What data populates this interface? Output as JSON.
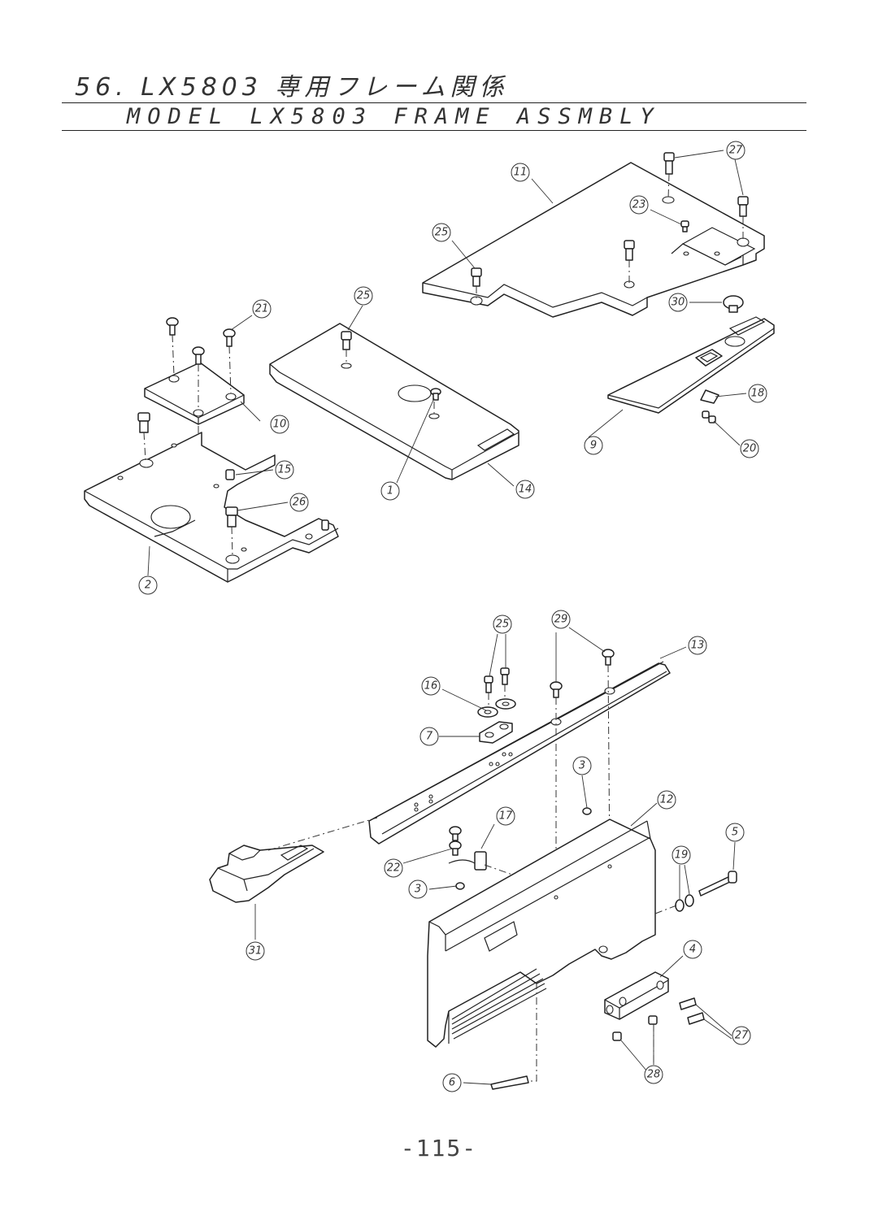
{
  "header": {
    "title_jp": "56. LX5803 専用フレーム関係",
    "title_en": "MODEL LX5803 FRAME ASSMBLY"
  },
  "footer": {
    "page_number": "-115-"
  },
  "callouts": [
    "27",
    "11",
    "23",
    "25",
    "30",
    "21",
    "25",
    "10",
    "18",
    "9",
    "20",
    "15",
    "26",
    "1",
    "14",
    "2",
    "25",
    "29",
    "13",
    "16",
    "7",
    "3",
    "12",
    "17",
    "22",
    "5",
    "19",
    "3",
    "31",
    "4",
    "27",
    "28",
    "6"
  ],
  "colors": {
    "line": "#222222",
    "background": "#ffffff"
  }
}
